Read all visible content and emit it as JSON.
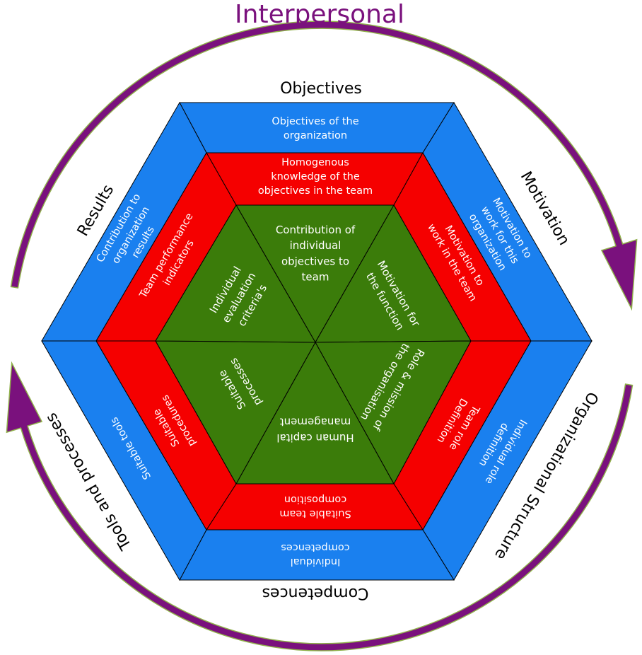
{
  "colors": {
    "outer_ring": "#1a80ef",
    "middle_ring": "#f50000",
    "inner_core": "#3b7c0a",
    "arrow": "#7a117d",
    "arrow_edge": "#8fb04a",
    "title_text": "#7a117d",
    "white_text": "#ffffff",
    "black_text": "#000000"
  },
  "outer_title": "Interpersonal",
  "axis_labels": {
    "top": "Objectives",
    "top_right": "Motivation",
    "bottom_right": "Organizational Structure",
    "bottom": "Competences",
    "bottom_left": "Tools and processes",
    "top_left": "Results"
  },
  "outer_ring": {
    "top": [
      "Objectives of the",
      "organization"
    ],
    "top_right": [
      "Motivation to",
      "work for this",
      "organization"
    ],
    "bottom_right": [
      "Individual role",
      "definition"
    ],
    "bottom": [
      "Individual",
      "competences"
    ],
    "bottom_left": [
      "Suitable tools"
    ],
    "top_left": [
      "Contribution to",
      "organization",
      "results"
    ]
  },
  "middle_ring": {
    "top": [
      "Homogenous",
      "knowledge of the",
      "objectives in the team"
    ],
    "top_right": [
      "Motivation to",
      "work in the team"
    ],
    "bottom_right": [
      "Team role",
      "Definition"
    ],
    "bottom": [
      "Suitable team",
      "composition"
    ],
    "bottom_left": [
      "Suitable",
      "procedures"
    ],
    "top_left": [
      "Team performance",
      "indicators"
    ]
  },
  "inner_core": {
    "top": [
      "Contribution of",
      "individual",
      "objectives to",
      "team"
    ],
    "top_right": [
      "Motivation for",
      "the function"
    ],
    "bottom_right": [
      "Role & mission of",
      "the organisation"
    ],
    "bottom": [
      "Human capital",
      "management"
    ],
    "bottom_left": [
      "Suitable",
      "processes"
    ],
    "top_left": [
      "Individual",
      "evaluation",
      "criteria's"
    ]
  }
}
